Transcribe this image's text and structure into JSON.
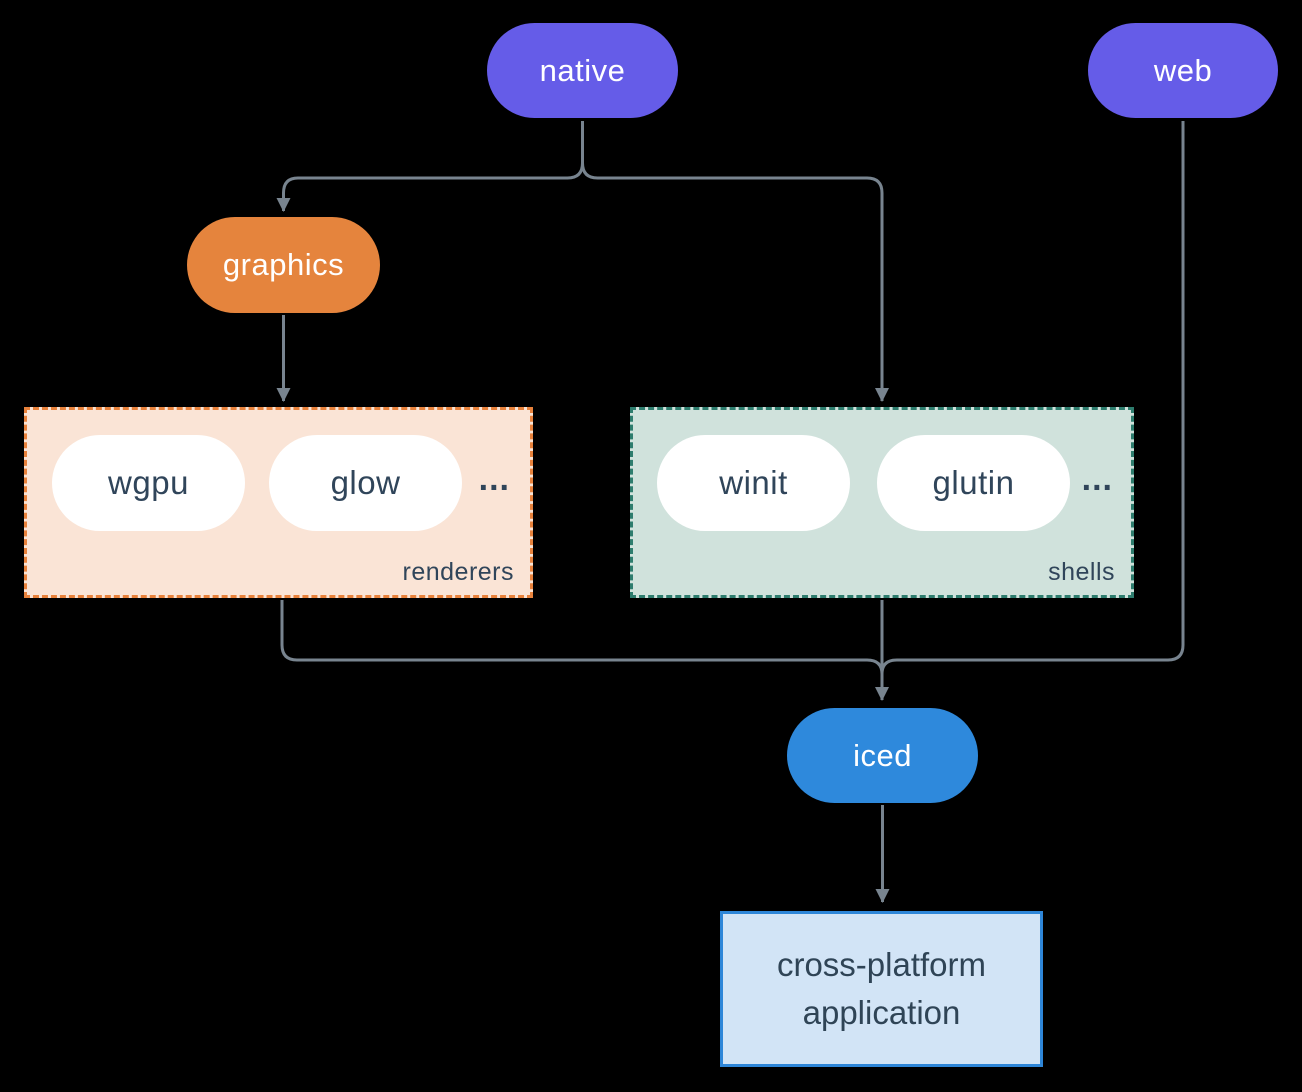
{
  "colors": {
    "background": "#000000",
    "edge_line": "#78848F",
    "node_purple": "#655CE8",
    "node_orange": "#E5843D",
    "node_blue": "#2E89DC",
    "pill_white": "#FFFFFF",
    "text_on_color": "#FFFFFF",
    "text_dark": "#30455A",
    "renderers_fill": "#FAE4D6",
    "renderers_border": "#E8823C",
    "shells_fill": "#D0E2DC",
    "shells_border": "#2E7D6E",
    "app_fill": "#D2E4F6",
    "app_border": "#2E86D8"
  },
  "nodes": {
    "native": {
      "label": "native"
    },
    "web": {
      "label": "web"
    },
    "graphics": {
      "label": "graphics"
    },
    "iced": {
      "label": "iced"
    },
    "application": {
      "label": "cross-platform application"
    }
  },
  "groups": {
    "renderers": {
      "label": "renderers",
      "ellipsis": "...",
      "items": [
        {
          "label": "wgpu"
        },
        {
          "label": "glow"
        }
      ]
    },
    "shells": {
      "label": "shells",
      "ellipsis": "...",
      "items": [
        {
          "label": "winit"
        },
        {
          "label": "glutin"
        }
      ]
    }
  }
}
